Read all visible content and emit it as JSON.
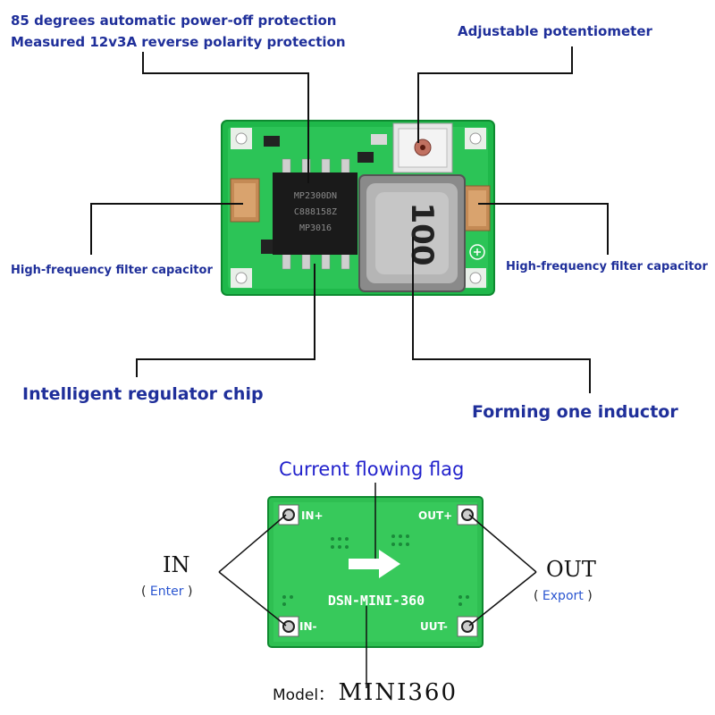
{
  "top_board": {
    "chip_text": [
      "MP2300DN",
      "C888158Z",
      "MP3016"
    ],
    "inductor_text": "100"
  },
  "labels": {
    "protection_line1": "85 degrees automatic power-off protection",
    "protection_line2": "Measured 12v3A reverse polarity protection",
    "potentiometer": "Adjustable potentiometer",
    "cap_left": "High-frequency filter capacitor",
    "cap_right": "High-frequency filter capacitor",
    "chip": "Intelligent regulator chip",
    "inductor": "Forming one inductor"
  },
  "bottom_board": {
    "flag_label": "Current flowing flag",
    "pad_in_plus": "IN+",
    "pad_in_minus": "IN-",
    "pad_out_plus": "OUT+",
    "pad_out_minus": "UUT-",
    "board_name": "DSN-MINI-360",
    "in_label": "IN",
    "in_sub": "Enter",
    "out_label": "OUT",
    "out_sub": "Export",
    "model_prefix": "Model：",
    "model_value": "MINI360"
  },
  "colors": {
    "pcb_green": "#1fb84a",
    "pcb_green_light": "#3fd06a",
    "label_blue": "#1f2f9a",
    "flag_blue": "#2222cc"
  }
}
